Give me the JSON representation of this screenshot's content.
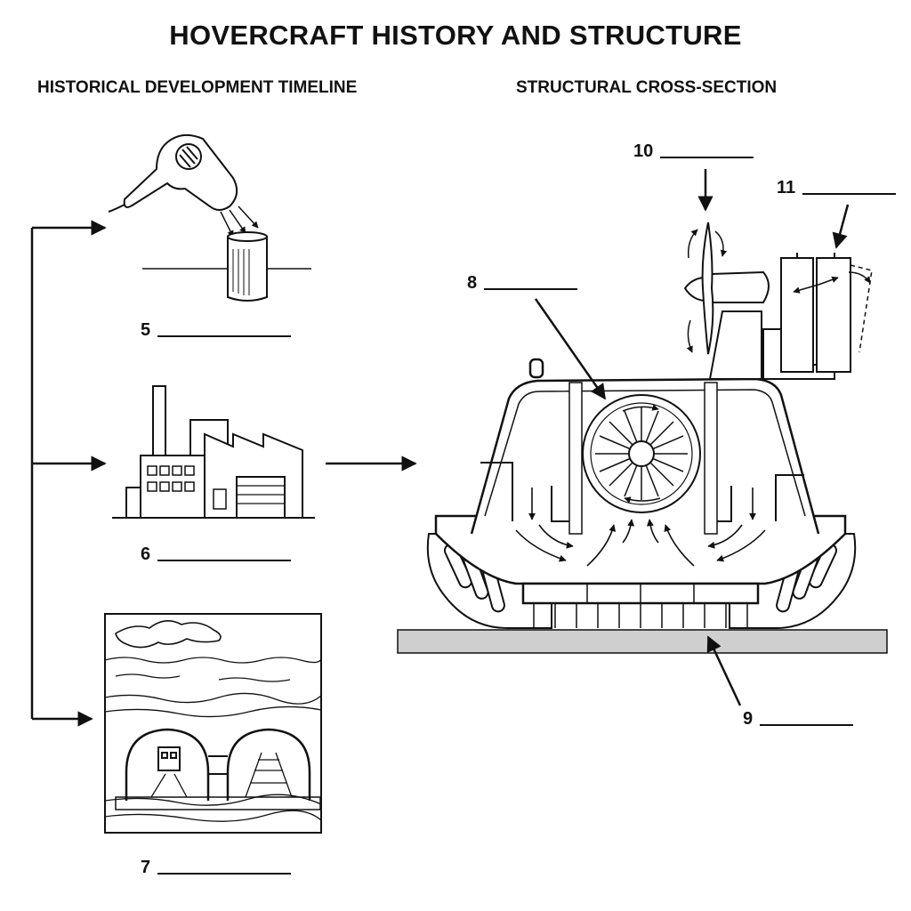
{
  "title": "HOVERCRAFT HISTORY AND STRUCTURE",
  "sections": {
    "timeline": "HISTORICAL DEVELOPMENT TIMELINE",
    "cross_section": "STRUCTURAL CROSS-SECTION"
  },
  "labels": [
    {
      "num": "5"
    },
    {
      "num": "6"
    },
    {
      "num": "7"
    },
    {
      "num": "8"
    },
    {
      "num": "9"
    },
    {
      "num": "10"
    },
    {
      "num": "11"
    }
  ],
  "colors": {
    "ink": "#111111",
    "ground": "#cfcfcf"
  },
  "icons": [
    "hair-dryer-icon",
    "tin-can-icon",
    "factory-icon",
    "channel-tunnel-icon",
    "hovercraft-icon",
    "lift-fan-icon",
    "propeller-icon",
    "rudder-icon"
  ]
}
